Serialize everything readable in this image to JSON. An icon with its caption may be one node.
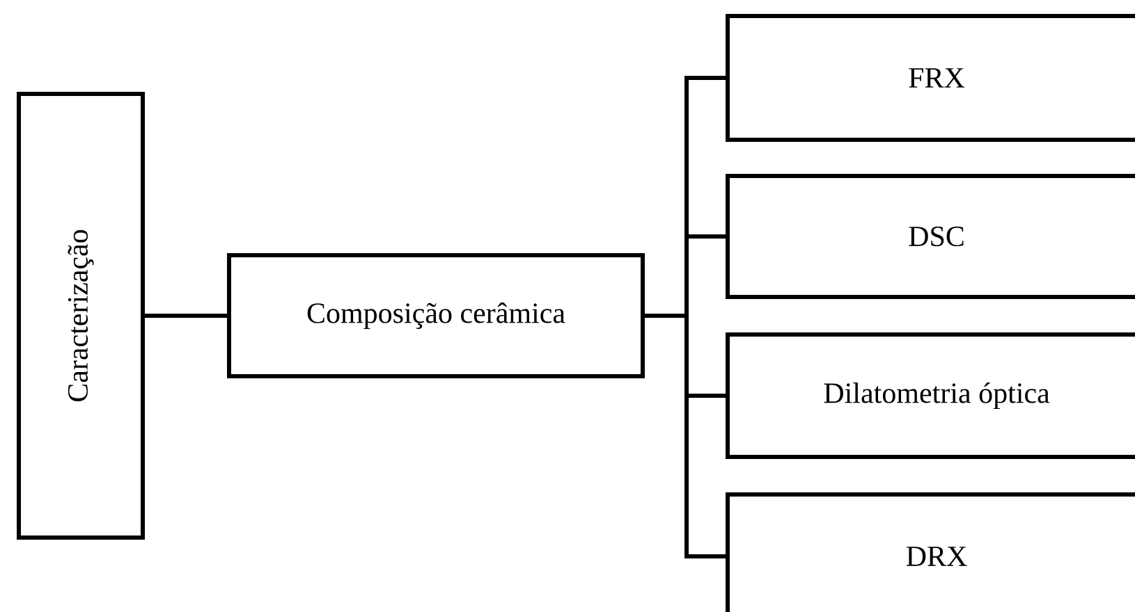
{
  "diagram": {
    "nodes": [
      {
        "text": [
          "Caracterização"
        ]
      },
      {
        "text": [
          "Composição cerâmica"
        ]
      },
      {
        "text": [
          "FRX"
        ]
      },
      {
        "text": [
          "DSC"
        ]
      },
      {
        "text": [
          "Dilatometria óptica"
        ]
      },
      {
        "text": [
          "DRX"
        ]
      }
    ],
    "edges": [
      {
        "from": 0,
        "to": 1,
        "arrow": "none"
      },
      {
        "from": 1,
        "to": 2,
        "arrow": "none"
      },
      {
        "from": 1,
        "to": 3,
        "arrow": "none"
      },
      {
        "from": 1,
        "to": 4,
        "arrow": "none"
      },
      {
        "from": 1,
        "to": 5,
        "arrow": "none"
      }
    ]
  }
}
